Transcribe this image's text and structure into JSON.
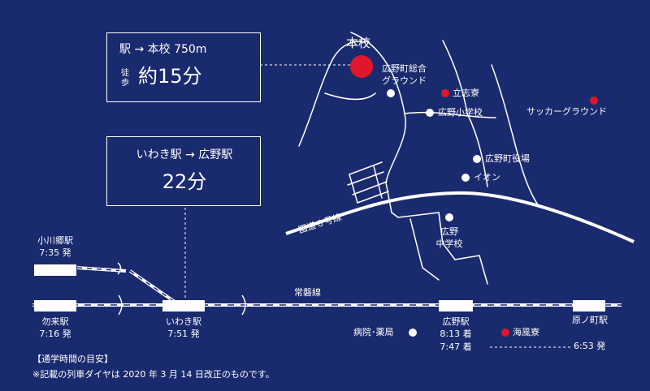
{
  "colors": {
    "background": "#1a2a6e",
    "line": "#ffffff",
    "accent": "#e0162b"
  },
  "info_box_1": {
    "route": "駅 → 本校 750m",
    "walk_label_1": "徒",
    "walk_label_2": "歩",
    "time": "約15分"
  },
  "info_box_2": {
    "route": "いわき駅 → 広野駅",
    "time": "22分"
  },
  "places": {
    "school": "本校",
    "ground": [
      "広野町総合",
      "グラウンド"
    ],
    "dorm": "立志寮",
    "elementary": "広野小学校",
    "soccer": "サッカーグラウンド",
    "town_hall": "広野町役場",
    "aeon": "イオン",
    "junior_high": [
      "広野",
      "中学校"
    ],
    "route6": "国道６号線",
    "hospital": "病院･薬局",
    "kaifu_dorm": "海風寮"
  },
  "railway": {
    "line_name": "常磐線"
  },
  "stations": {
    "ogawago": {
      "name": "小川郷駅",
      "time": "7:35 発"
    },
    "nakoso": {
      "name": "勿来駅",
      "time": "7:16 発"
    },
    "iwaki": {
      "name": "いわき駅",
      "time": "7:51 発"
    },
    "hirono": {
      "name": "広野駅",
      "time": "8:13 着",
      "time2": "7:47 着"
    },
    "haranomachi": {
      "name": "原ノ町駅",
      "time": "6:53 発"
    }
  },
  "notes": {
    "heading": "【通学時間の目安】",
    "note": "※記載の列車ダイヤは 2020 年 3 月 14 日改正のものです。"
  }
}
